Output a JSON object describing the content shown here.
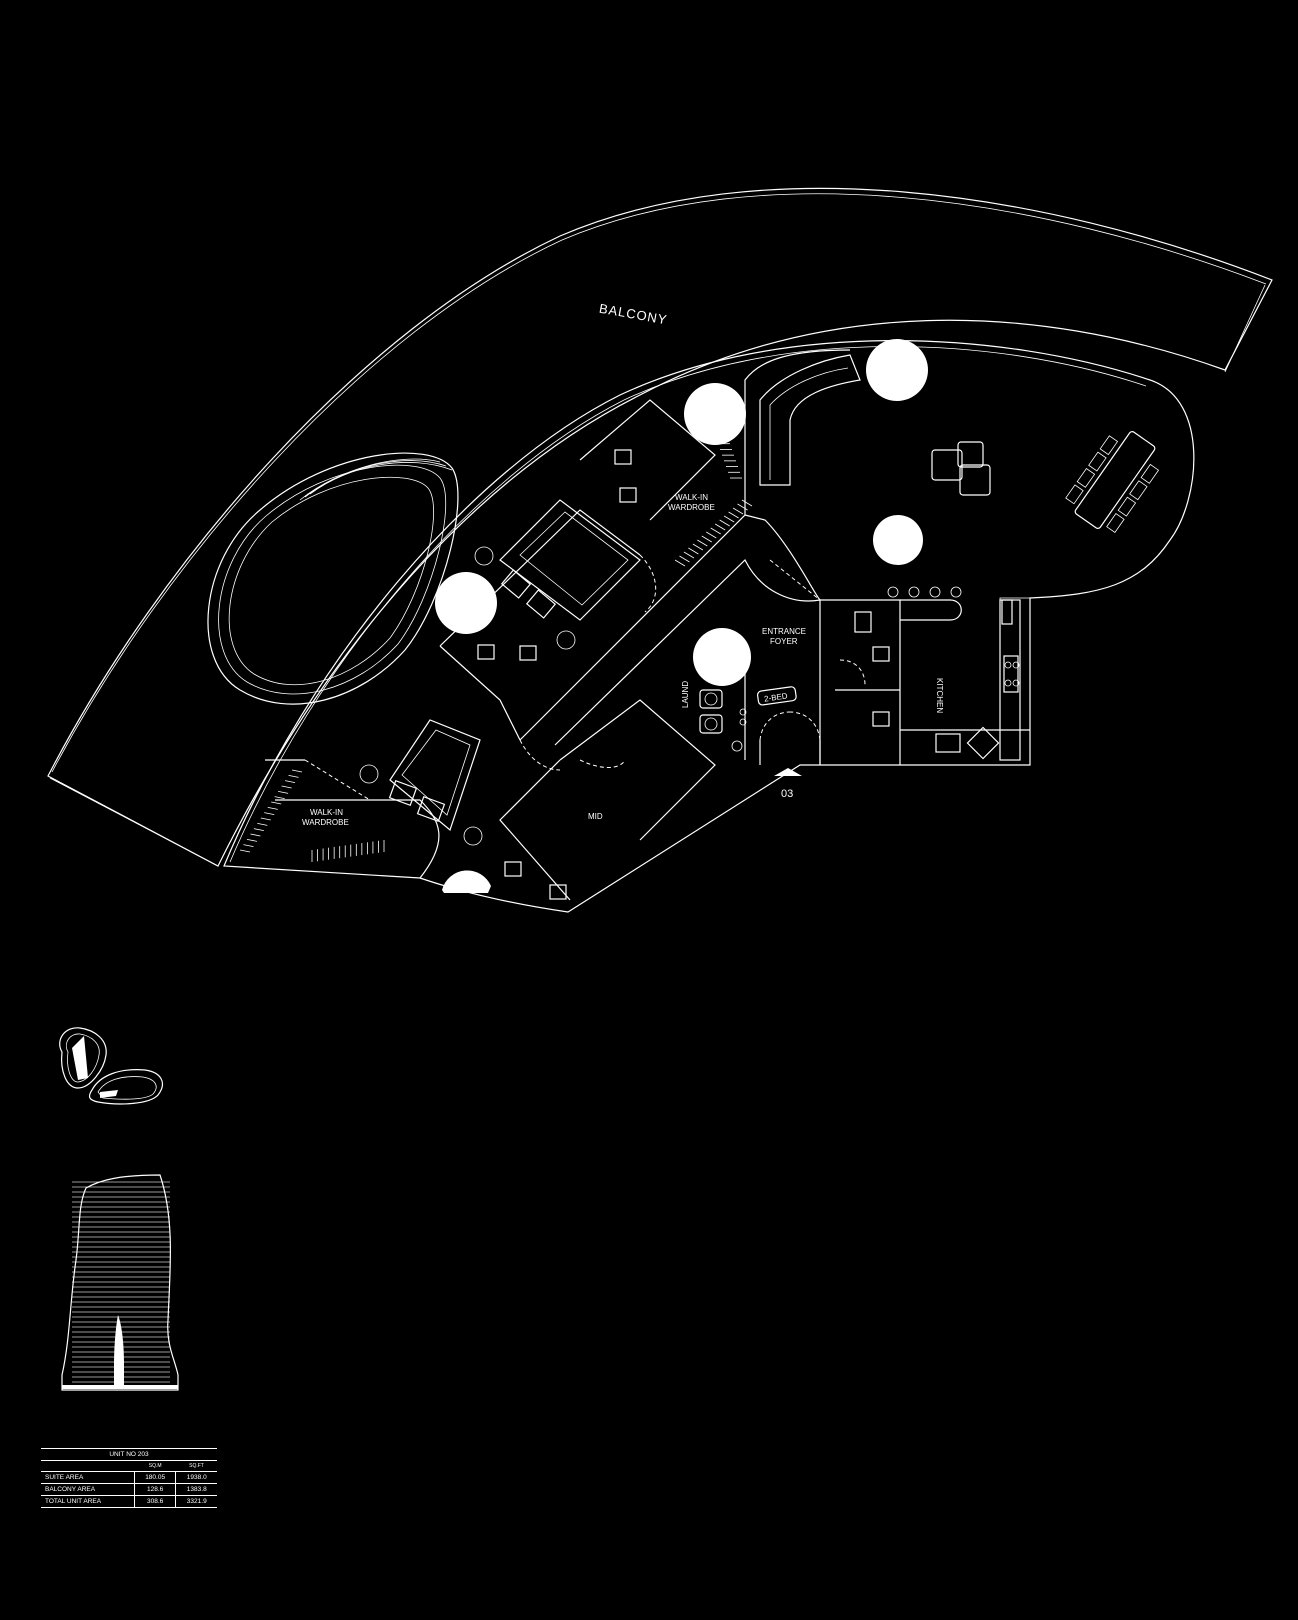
{
  "rooms": {
    "balcony": "BALCONY",
    "walkin_top_line1": "WALK-IN",
    "walkin_top_line2": "WARDROBE",
    "walkin_bottom_line1": "WALK-IN",
    "walkin_bottom_line2": "WARDROBE",
    "entrance_line1": "ENTRANCE",
    "entrance_line2": "FOYER",
    "kitchen": "KITCHEN",
    "laundry": "LAUND",
    "mid": "MID",
    "unit_type": "2-BED",
    "entrance_mark": "03"
  },
  "area_table": {
    "title": "UNIT NO 203",
    "units": [
      "SQ.M",
      "SQ.FT"
    ],
    "rows": [
      {
        "label": "SUITE AREA",
        "sqm": "180.05",
        "sqft": "1938.0"
      },
      {
        "label": "BALCONY AREA",
        "sqm": "128.6",
        "sqft": "1383.8"
      },
      {
        "label": "TOTAL UNIT AREA",
        "sqm": "308.6",
        "sqft": "3321.9"
      }
    ]
  },
  "colors": {
    "background": "#000000",
    "line": "#ffffff"
  }
}
